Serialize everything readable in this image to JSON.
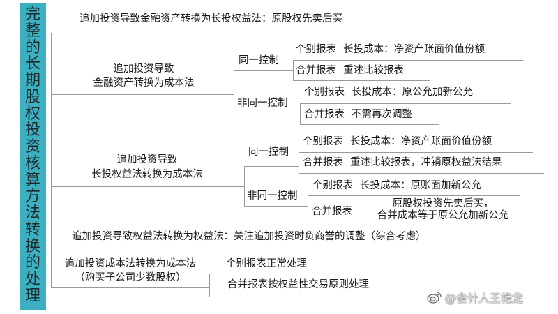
{
  "sidebar": {
    "title": "完整的长期股权投资核算方法转换的处理",
    "chars": [
      "完",
      "整",
      "的",
      "长",
      "期",
      "股",
      "权",
      "投",
      "资",
      "核",
      "算",
      "方",
      "法",
      "转",
      "换",
      "的",
      "处",
      "理"
    ]
  },
  "branches": {
    "b1": {
      "text": "追加投资导致金融资产转换为长投权益法：原股权先卖后买"
    },
    "b2": {
      "line1": "追加投资导致",
      "line2": "金融资产转换为成本法",
      "same": {
        "label": "同一控制",
        "individual": {
          "label": "个别报表",
          "detail": "长投成本：净资产账面价值份额"
        },
        "consolidated": {
          "label": "合并报表",
          "detail": "重述比较报表"
        }
      },
      "diff": {
        "label": "非同一控制",
        "individual": {
          "label": "个别报表",
          "detail": "长投成本：原公允加新公允"
        },
        "consolidated": {
          "label": "合并报表",
          "detail": "不需再次调整"
        }
      }
    },
    "b3": {
      "line1": "追加投资导致",
      "line2": "长投权益法转换为成本法",
      "same": {
        "label": "同一控制",
        "individual": {
          "label": "个别报表",
          "detail": "长投成本：净资产账面价值份额"
        },
        "consolidated": {
          "label": "合并报表",
          "detail": "重述比较报表，冲销原权益法结果"
        }
      },
      "diff": {
        "label": "非同一控制",
        "individual": {
          "label": "个别报表",
          "detail": "长投成本：原账面加新公允"
        },
        "consolidated": {
          "label": "合并报表",
          "detail1": "原股权投资先卖后买，",
          "detail2": "合并成本等于原公允加新公允"
        }
      }
    },
    "b4": {
      "text": "追加投资导致权益法转换为权益法：关注追加投资时负商誉的调整（综合考虑）"
    },
    "b5": {
      "line1": "追加投资成本法转换为成本法",
      "line2": "（购买子公司少数股权）",
      "individual": "个别报表正常处理",
      "consolidated": "合并报表按权益性交易原则处理"
    }
  },
  "watermark": {
    "icon": "weibo-icon",
    "text": "@会计人王艳龙"
  },
  "colors": {
    "sidebar": "#3cafc1",
    "lines": "#9a9a9a",
    "text": "#1a1a1a"
  }
}
